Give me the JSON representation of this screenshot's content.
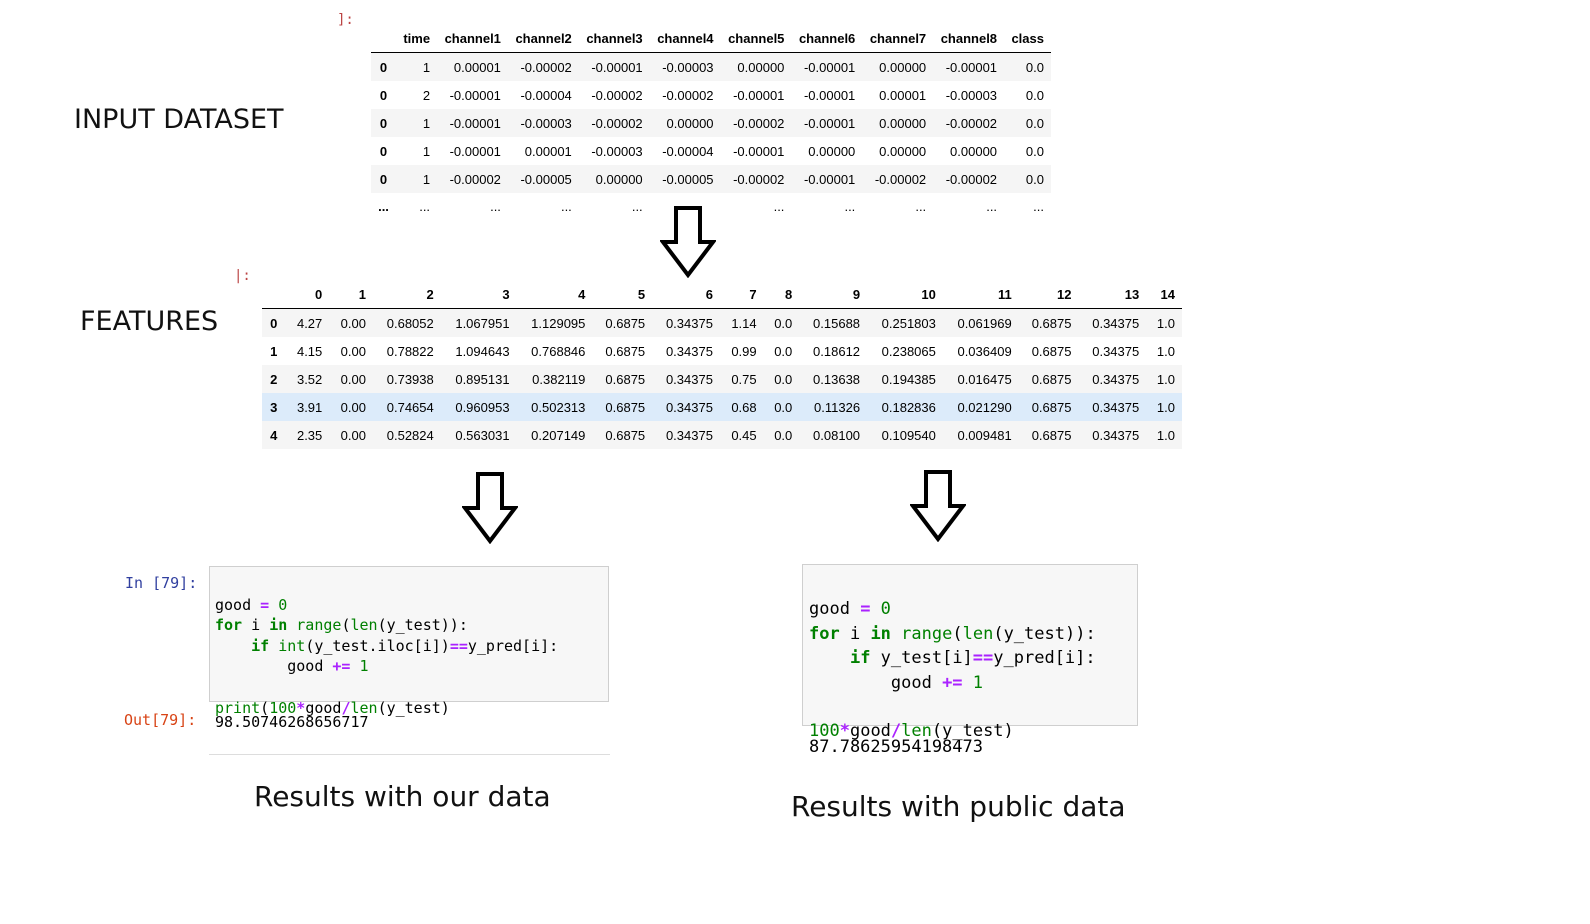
{
  "labels": {
    "input_dataset": "INPUT DATASET",
    "features": "FEATURES",
    "results_ours": "Results with our data",
    "results_public": "Results with public data"
  },
  "prompts": {
    "input_cell_mark": "]:",
    "features_cell_mark": "|:",
    "in_prompt": "In [79]:",
    "out_prompt": "Out[79]:"
  },
  "input_table": {
    "columns": [
      "time",
      "channel1",
      "channel2",
      "channel3",
      "channel4",
      "channel5",
      "channel6",
      "channel7",
      "channel8",
      "class"
    ],
    "rows": [
      {
        "index": "0",
        "cells": [
          "1",
          "0.00001",
          "-0.00002",
          "-0.00001",
          "-0.00003",
          "0.00000",
          "-0.00001",
          "0.00000",
          "-0.00001",
          "0.0"
        ]
      },
      {
        "index": "0",
        "cells": [
          "2",
          "-0.00001",
          "-0.00004",
          "-0.00002",
          "-0.00002",
          "-0.00001",
          "-0.00001",
          "0.00001",
          "-0.00003",
          "0.0"
        ]
      },
      {
        "index": "0",
        "cells": [
          "1",
          "-0.00001",
          "-0.00003",
          "-0.00002",
          "0.00000",
          "-0.00002",
          "-0.00001",
          "0.00000",
          "-0.00002",
          "0.0"
        ]
      },
      {
        "index": "0",
        "cells": [
          "1",
          "-0.00001",
          "0.00001",
          "-0.00003",
          "-0.00004",
          "-0.00001",
          "0.00000",
          "0.00000",
          "0.00000",
          "0.0"
        ]
      },
      {
        "index": "0",
        "cells": [
          "1",
          "-0.00002",
          "-0.00005",
          "0.00000",
          "-0.00005",
          "-0.00002",
          "-0.00001",
          "-0.00002",
          "-0.00002",
          "0.0"
        ]
      },
      {
        "index": "...",
        "cells": [
          "...",
          "...",
          "...",
          "...",
          "",
          "...",
          "...",
          "...",
          "...",
          "..."
        ]
      }
    ]
  },
  "features_table": {
    "columns": [
      "0",
      "1",
      "2",
      "3",
      "4",
      "5",
      "6",
      "7",
      "8",
      "9",
      "10",
      "11",
      "12",
      "13",
      "14"
    ],
    "rows": [
      {
        "index": "0",
        "cells": [
          "4.27",
          "0.00",
          "0.68052",
          "1.067951",
          "1.129095",
          "0.6875",
          "0.34375",
          "1.14",
          "0.0",
          "0.15688",
          "0.251803",
          "0.061969",
          "0.6875",
          "0.34375",
          "1.0"
        ]
      },
      {
        "index": "1",
        "cells": [
          "4.15",
          "0.00",
          "0.78822",
          "1.094643",
          "0.768846",
          "0.6875",
          "0.34375",
          "0.99",
          "0.0",
          "0.18612",
          "0.238065",
          "0.036409",
          "0.6875",
          "0.34375",
          "1.0"
        ]
      },
      {
        "index": "2",
        "cells": [
          "3.52",
          "0.00",
          "0.73938",
          "0.895131",
          "0.382119",
          "0.6875",
          "0.34375",
          "0.75",
          "0.0",
          "0.13638",
          "0.194385",
          "0.016475",
          "0.6875",
          "0.34375",
          "1.0"
        ]
      },
      {
        "index": "3",
        "cells": [
          "3.91",
          "0.00",
          "0.74654",
          "0.960953",
          "0.502313",
          "0.6875",
          "0.34375",
          "0.68",
          "0.0",
          "0.11326",
          "0.182836",
          "0.021290",
          "0.6875",
          "0.34375",
          "1.0"
        ]
      },
      {
        "index": "4",
        "cells": [
          "2.35",
          "0.00",
          "0.52824",
          "0.563031",
          "0.207149",
          "0.6875",
          "0.34375",
          "0.45",
          "0.0",
          "0.08100",
          "0.109540",
          "0.009481",
          "0.6875",
          "0.34375",
          "1.0"
        ]
      }
    ]
  },
  "code_ours": {
    "l1": [
      "good",
      " = ",
      "0"
    ],
    "l2": [
      "for",
      " i ",
      "in",
      " ",
      "range",
      "(",
      "len",
      "(y_test)):"
    ],
    "l3": [
      "    ",
      "if",
      " ",
      "int",
      "(y_test.iloc[i])",
      "==",
      "y_pred[i]:"
    ],
    "l4": [
      "        good ",
      "+=",
      " ",
      "1"
    ],
    "l6": [
      "print",
      "(",
      "100",
      "*",
      "good",
      "/",
      "len",
      "(y_test)"
    ],
    "output": "98.50746268656717"
  },
  "code_public": {
    "l1": [
      "good",
      " = ",
      "0"
    ],
    "l2": [
      "for",
      " i ",
      "in",
      " ",
      "range",
      "(",
      "len",
      "(y_test)):"
    ],
    "l3": [
      "    ",
      "if",
      " y_test[i]",
      "==",
      "y_pred[i]:"
    ],
    "l4": [
      "        good ",
      "+=",
      " ",
      "1"
    ],
    "l6": [
      "100",
      "*",
      "good",
      "/",
      "len",
      "(y_test)"
    ],
    "output": "87.78625954198473"
  }
}
